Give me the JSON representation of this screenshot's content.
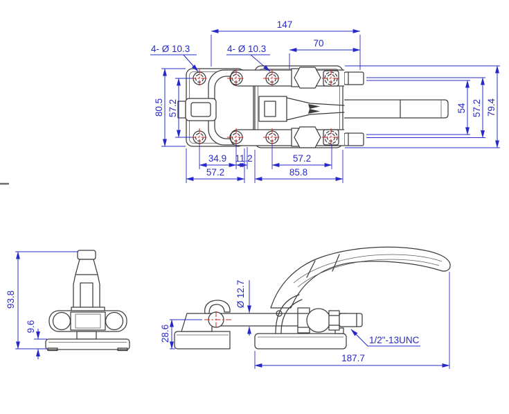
{
  "colors": {
    "background": "#ffffff",
    "drawing_line": "#3c3c40",
    "dimension_blue": "#2628c8",
    "centerline_red": "#cf2222"
  },
  "views": {
    "top": {
      "dims": {
        "total_length": "147",
        "bolt_span_h": "70",
        "holes_note_left": "4- Ø 10.3",
        "holes_note_right": "4- Ø 10.3",
        "plate_height": "80.5",
        "plate_hole_pitch_v": "57.2",
        "hole_pitch_a": "34.9",
        "hook_offset": "11.2",
        "body_hole_pitch_h": "57.2",
        "plate_width": "57.2",
        "body_length": "85.8",
        "rod_span": "54",
        "body_hole_pitch_v": "57.2",
        "body_height": "79.4"
      }
    },
    "front": {
      "dims": {
        "overall_height": "93.8",
        "base_thickness": "9.6"
      }
    },
    "side": {
      "dims": {
        "bar_center_height": "28.6",
        "bar_diameter": "Ø 12.7",
        "thread_spec": "1/2\"-13UNC",
        "overall_length": "187.7"
      }
    }
  }
}
